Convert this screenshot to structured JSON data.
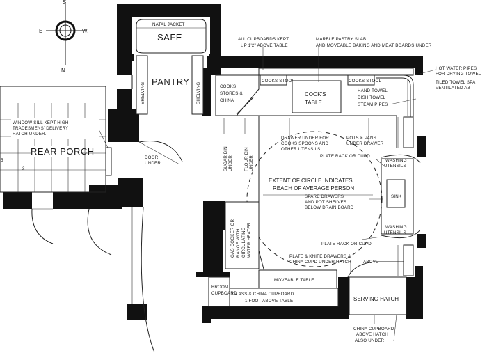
{
  "compass": {
    "south": "S",
    "east": "E",
    "west": "W.",
    "north": "N"
  },
  "rooms": {
    "safe_top": "NATAL JACKET",
    "safe": "SAFE",
    "pantry": "PANTRY",
    "pantry_shelving_left": "SHELVING",
    "pantry_shelving_right": "SHELVING",
    "rear_porch": "REAR PORCH",
    "door_under": [
      "DOOR",
      "UNDER"
    ],
    "cooks_stores": [
      "COOKS",
      "STORES &",
      "CHINA"
    ],
    "cooks_table": [
      "COOK'S",
      "TABLE"
    ],
    "sink": "SINK",
    "broom_cupboard": [
      "BROOM",
      "CUPBOARD"
    ],
    "serving_hatch": "SERVING HATCH",
    "moveable_table": "MOVEABLE TABLE"
  },
  "labels": {
    "cupboards_kept": [
      "ALL CUPBOARDS KEPT",
      "UP 1'2\" ABOVE TABLE"
    ],
    "marble_slab": [
      "MARBLE PASTRY SLAB",
      "AND MOVEABLE BAKING AND MEAT BOARDS UNDER"
    ],
    "hot_water_pipes": [
      "HOT WATER PIPES",
      "FOR DRYING TOWEL"
    ],
    "tiled_towel": [
      "TILED TOWEL SPA",
      "VENTILATED AB"
    ],
    "cooks_stools_left": "COOKS STOOL",
    "cooks_stools_right": "COOKS STOOL",
    "hand_towel": "HAND TOWEL",
    "dish_towel": "DISH TOWEL",
    "steam_pipes": "STEAM PIPES",
    "window_sill": [
      "WINDOW SILL KEPT HIGH",
      "TRADESMENS' DELIVERY",
      "HATCH UNDER."
    ],
    "sugar_bin": [
      "SUGAR BIN",
      "UNDER"
    ],
    "flour_bin": [
      "FLOUR BIN",
      "UNDER"
    ],
    "drawer_under": [
      "DRAWER UNDER FOR",
      "COOKS SPOONS AND",
      "OTHER UTENSILS"
    ],
    "pots_pans": [
      "POTS & PANS",
      "UNDER DRAWER"
    ],
    "plate_rack_top": "PLATE RACK OR CUPD",
    "washing_utensils_top": [
      "WASHING",
      "UTENSILS"
    ],
    "extent_circle": [
      "EXTENT OF CIRCLE INDICATES",
      "REACH OF AVERAGE PERSON"
    ],
    "spare_drawers": [
      "SPARE DRAWERS",
      "AND POT SHELVES",
      "BELOW DRAIN BOARD"
    ],
    "washing_utensils_bottom": [
      "WASHING",
      "UTENSILS"
    ],
    "plate_rack_bottom": "PLATE RACK OR CUPD",
    "gas_cooker": [
      "GAS COOKER OR",
      "RANGE WITH",
      "CIRCULATING",
      "WATER HEATER"
    ],
    "plate_knife": [
      "PLATE & KNIFE DRAWERS &",
      "CHINA CUPD UNDER HATCH"
    ],
    "above": "ABOVE",
    "glass_china": [
      "GLASS & CHINA CUPBOARD",
      "1 FOOT ABOVE TABLE"
    ],
    "china_cupboard": [
      "CHINA CUPBOARD",
      "ABOVE HATCH",
      "ALSO UNDER"
    ],
    "margin_left": "5",
    "porch_number": "2"
  }
}
